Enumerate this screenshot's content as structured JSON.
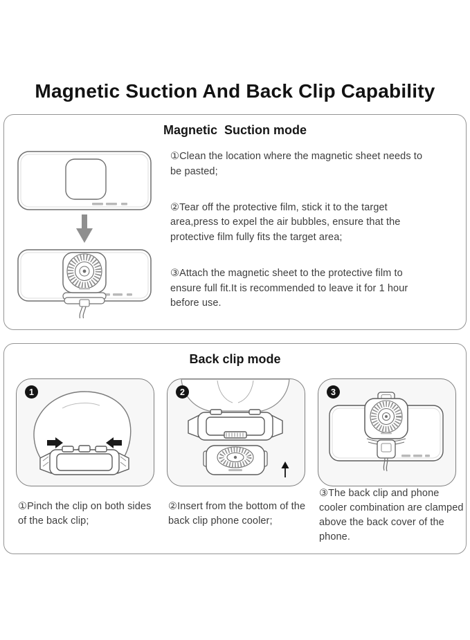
{
  "page_title": "Magnetic Suction And Back Clip Capability",
  "magnetic_section": {
    "title": "Magnetic  Suction mode",
    "steps": [
      "①Clean the location where the magnetic sheet needs to be pasted;",
      "②Tear off the protective film, stick it to the target area,press to expel the air bubbles, ensure that the protective film fully fits the target area;",
      "③Attach the magnetic sheet to the protective film to ensure full fit.It is recommended to leave it for 1 hour before use."
    ],
    "illustrations": [
      "phone-back-with-magnetic-sheet-outline",
      "down-arrow",
      "phone-back-with-cooler-attached"
    ]
  },
  "back_clip_section": {
    "title": "Back clip mode",
    "panels": [
      {
        "badge": "1",
        "illustration": "hand-pinching-back-clip",
        "caption": "①Pinch the clip on both sides of the back clip;"
      },
      {
        "badge": "2",
        "illustration": "inserting-clip-onto-cooler-from-bottom",
        "caption": "②Insert from the bottom of the back clip phone cooler;"
      },
      {
        "badge": "3",
        "illustration": "cooler-clamped-on-phone-back",
        "caption": "③The back clip and phone cooler combination are clamped above the back cover of the phone."
      }
    ]
  },
  "colors": {
    "heading": "#121212",
    "body_text": "#3d3d3d",
    "box_border": "#949494",
    "panel_border": "#7d7d7d",
    "panel_bg": "#f7f7f7",
    "arrow_gray": "#8f8f8f",
    "line_art": "#6f6f6f"
  }
}
